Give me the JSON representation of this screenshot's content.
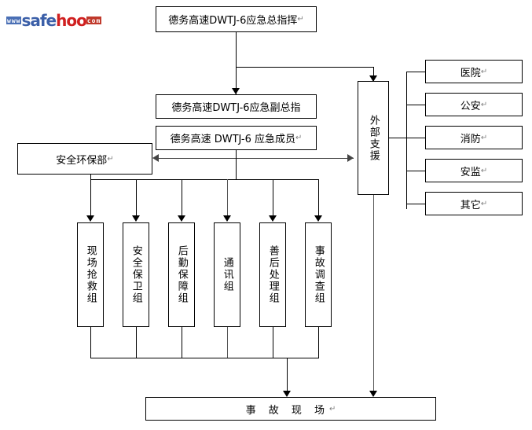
{
  "logo": {
    "prefix": "www",
    "word1": "safe",
    "word2": "hoo",
    "suffix": "com"
  },
  "diagram": {
    "title_top": "德务高速DWTJ-6应急总指挥",
    "deputy": "德务高速DWTJ-6应急副总指",
    "members": "德务高速 DWTJ-6 应急成员",
    "safety_dept": "安全环保部",
    "external_support": "外部支援",
    "scene": "事 故 现 场",
    "pilcrow": "↵",
    "external_partners": [
      {
        "label": "医院"
      },
      {
        "label": "公安"
      },
      {
        "label": "消防"
      },
      {
        "label": "安监"
      },
      {
        "label": "其它"
      }
    ],
    "groups": [
      {
        "label": "现场抢救组"
      },
      {
        "label": "安全保卫组"
      },
      {
        "label": "后勤保障组"
      },
      {
        "label": "通讯组"
      },
      {
        "label": "善后处理组"
      },
      {
        "label": "事故调查组"
      }
    ]
  }
}
